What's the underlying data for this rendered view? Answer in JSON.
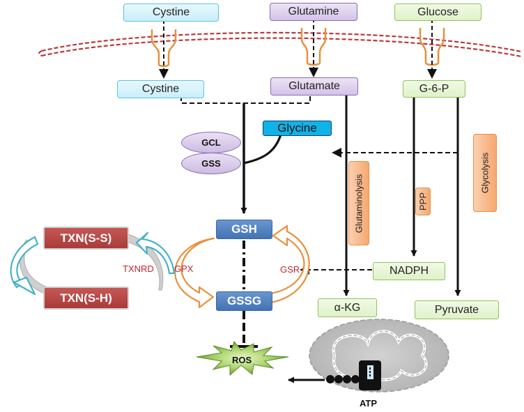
{
  "transporter_inputs": {
    "cystine": "Cystine",
    "glutamine": "Glutamine",
    "glucose": "Glucose"
  },
  "intracellular": {
    "cystine": "Cystine",
    "glutamate": "Glutamate",
    "g6p": "G-6-P"
  },
  "glycine": "Glycine",
  "enzymes": {
    "gcl": "GCL",
    "gss": "GSS"
  },
  "pathways": {
    "glutaminolysis": "Glutaminolysis",
    "ppp": "PPP",
    "glycolysis": "Glycolysis"
  },
  "gsh": "GSH",
  "gssg": "GSSG",
  "nadph": "NADPH",
  "akg": "α-KG",
  "pyruvate": "Pyruvate",
  "ros": "ROS",
  "atp": "ATP",
  "thioredoxin": {
    "oxidized": "TXN(S-S)",
    "reduced": "TXN(S-H)",
    "reductase": "TXNRD"
  },
  "cycle_labels": {
    "gpx": "GPX",
    "gsr": "GSR"
  },
  "colors": {
    "membrane": "#b93a3a",
    "transporter": "#e8903c",
    "cyan_box": "#5fc2e2",
    "purple_box": "#8b6ab5",
    "green_box": "#90c25a",
    "glutathione": "#4273b4",
    "thioredoxin": "#a93b39",
    "pathway_tab": "#f6a86f",
    "glycine": "#0fb3e8",
    "ros_burst": "#7cb342",
    "label_red": "#c0262f",
    "txn_cycle_arrow": "#45b3c8"
  }
}
